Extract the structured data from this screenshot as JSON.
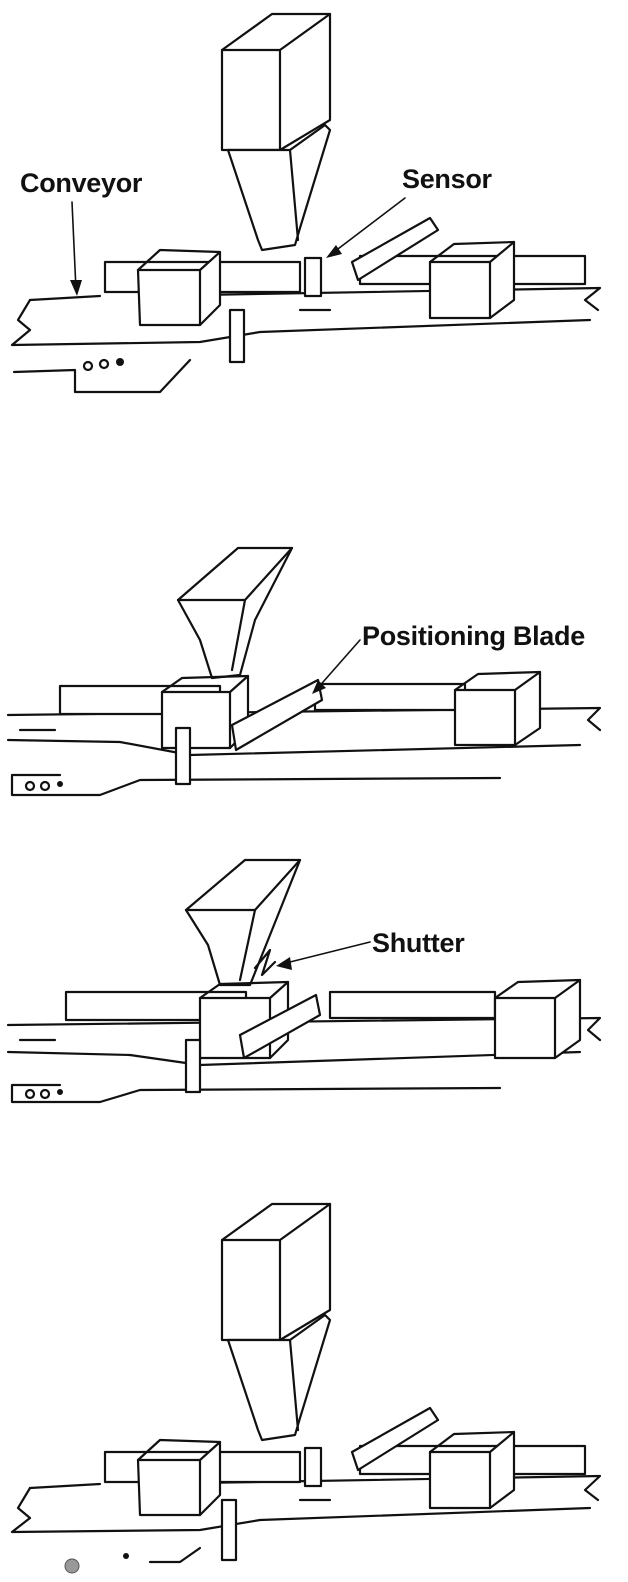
{
  "labels": {
    "conveyor": "Conveyor",
    "sensor": "Sensor",
    "positioning_blade": "Positioning Blade",
    "shutter": "Shutter"
  },
  "panels": [
    {
      "stage": 1,
      "description": "hopper above, containers approaching on conveyor"
    },
    {
      "stage": 2,
      "description": "container stopped by positioning blade under hopper"
    },
    {
      "stage": 3,
      "description": "shutter opens, hopper fills container"
    },
    {
      "stage": 4,
      "description": "filled container moves on, next container approaches"
    }
  ]
}
